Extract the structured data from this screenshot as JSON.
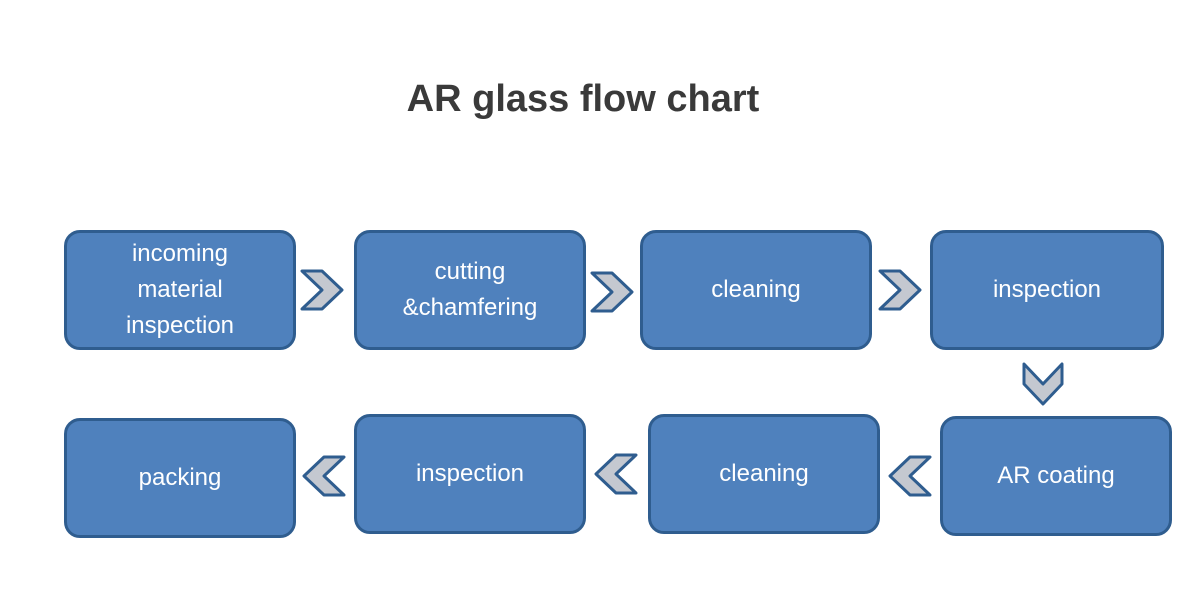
{
  "title": "AR glass flow chart",
  "colors": {
    "box_fill": "#4f81bd",
    "box_border": "#2f5d8f",
    "arrow_fill": "#c4c8d0",
    "arrow_stroke": "#2f5d8f",
    "title_text": "#3a3a3a"
  },
  "steps": [
    {
      "label": "incoming\nmaterial\ninspection"
    },
    {
      "label": "cutting\n&chamfering"
    },
    {
      "label": "cleaning"
    },
    {
      "label": "inspection"
    },
    {
      "label": "AR coating"
    },
    {
      "label": "cleaning"
    },
    {
      "label": "inspection"
    },
    {
      "label": "packing"
    }
  ],
  "arrows": [
    "chevron-right-icon",
    "chevron-right-icon",
    "chevron-right-icon",
    "chevron-down-icon",
    "chevron-left-icon",
    "chevron-left-icon",
    "chevron-left-icon"
  ]
}
